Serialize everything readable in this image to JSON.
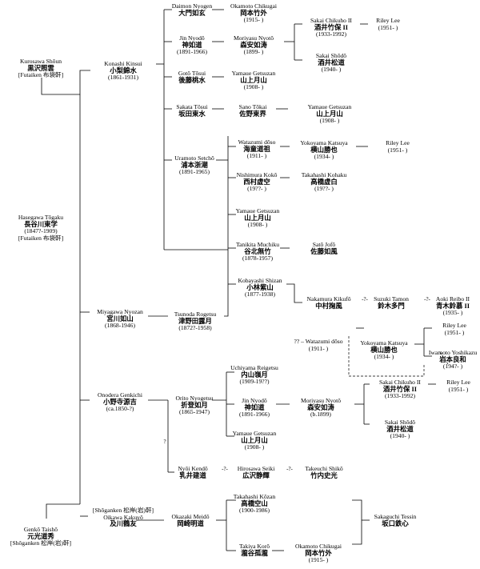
{
  "nodes": {
    "kurosawa": {
      "romaji": "Kurosawa Shôun",
      "kanji": "黒沢照雲",
      "extra": "[Futaiken 布袋軒]"
    },
    "hasegawa": {
      "romaji": "Hasegawa Tôgaku",
      "kanji": "長谷川東学",
      "years": "(1847?-1909)",
      "extra": "[Futaiken 布袋軒]"
    },
    "genko": {
      "romaji": "Genkô Taishô",
      "kanji": "元光道秀",
      "extra": "[Shôganken 松岸(岩)軒]"
    },
    "konashi": {
      "romaji": "Konashi Kinsui",
      "kanji": "小梨錦水",
      "years": "(1861-1931)"
    },
    "miyagawa": {
      "romaji": "Miyagawa Nyozan",
      "kanji": "宮川如山",
      "years": "(1868-1946)"
    },
    "onodera": {
      "romaji": "Onodera Genkichi",
      "kanji": "小野寺源吉",
      "years": "(ca.1850-?)"
    },
    "oikawa": {
      "romaji": "Oikawa Kakuyô",
      "kanji": "及川鶴友",
      "pre": "[Shôganken 松岸(岩)軒]"
    },
    "daimon": {
      "romaji": "Daimon Nyogen",
      "kanji": "大門如玄"
    },
    "jin1": {
      "romaji": "Jin Nyodô",
      "kanji": "神如道",
      "years": "(1891-1966)"
    },
    "goto": {
      "romaji": "Gotô Tôsui",
      "kanji": "後藤桃水"
    },
    "sakata": {
      "romaji": "Sakata Tôsui",
      "kanji": "坂田東水"
    },
    "uramoto": {
      "romaji": "Uramoto Setchô",
      "kanji": "浦本浙潮",
      "years": "(1891-1965)"
    },
    "tsunoda": {
      "romaji": "Tsunoda Rogetsu",
      "kanji": "津野田露月",
      "years": "(1872?-1958)"
    },
    "orito": {
      "romaji": "Orito Nyogetsu",
      "kanji": "折登如月",
      "years": "(1865-1947)"
    },
    "nyoi": {
      "romaji": "Nyôi Kendô",
      "kanji": "乳井建道"
    },
    "okazaki": {
      "romaji": "Okazaki Meidô",
      "kanji": "岡崎明道"
    },
    "okamoto1": {
      "romaji": "Okamoto Chikugai",
      "kanji": "岡本竹外",
      "years": "(1915- )"
    },
    "moriyasu1": {
      "romaji": "Moriyasu Nyotô",
      "kanji": "森安如涛",
      "years": "(1899- )"
    },
    "yamaue1": {
      "romaji": "Yamaue Getsuzan",
      "kanji": "山上月山",
      "years": "(1908- )"
    },
    "sano": {
      "romaji": "Sano Tôkai",
      "kanji": "佐野東界"
    },
    "watazumi1": {
      "romaji": "Watazumi dôso",
      "kanji": "海童道祖",
      "years": "(1911- )"
    },
    "nishimura": {
      "romaji": "Nishimura Kokô",
      "kanji": "西村虚空",
      "years": "(19??- )"
    },
    "yamaue3": {
      "romaji": "Yamaue Getsuzan",
      "kanji": "山上月山",
      "years": "(1908- )"
    },
    "tanikita": {
      "romaji": "Tanikita Muchiku",
      "kanji": "谷北無竹",
      "years": "(1878-1957)"
    },
    "kobayashi": {
      "romaji": "Kobayashi Shizan",
      "kanji": "小林紫山",
      "years": "(1877-1938)"
    },
    "uchiyama": {
      "romaji": "Uchiyama Reigetsu",
      "kanji": "内山嶺月",
      "years": "(1909-19??)"
    },
    "jin2": {
      "romaji": "Jin Nyodô",
      "kanji": "神如道",
      "years": "(1891-1966)"
    },
    "yamaue4": {
      "romaji": "Yamaue Getsuzan",
      "kanji": "山上月山",
      "years": "(1908- )"
    },
    "hirosawa": {
      "romaji": "Hirosawa Seiki",
      "kanji": "広沢静輝"
    },
    "takahashi2": {
      "romaji": "Takahashi Kôzan",
      "kanji": "高橋空山",
      "years": "(1900-1986)"
    },
    "takiya": {
      "romaji": "Takiya Korô",
      "kanji": "瀧谷孤瀧"
    },
    "sakai1": {
      "romaji": "Sakai Chikuho II",
      "kanji": "酒井竹保 II",
      "years": "(1933-1992)"
    },
    "shodo1": {
      "romaji": "Sakai Shôdô",
      "kanji": "酒井松道",
      "years": "(1940- )"
    },
    "yamaue2": {
      "romaji": "Yamaue Getsuzan",
      "kanji": "山上月山",
      "years": "(1908- )"
    },
    "yokoyama1": {
      "romaji": "Yokoyama Katsuya",
      "kanji": "横山勝也",
      "years": "(1934- )"
    },
    "takahashi1": {
      "romaji": "Takahashi Kohaku",
      "kanji": "高橋虚白",
      "years": "(19??- )"
    },
    "sato": {
      "romaji": "Satô Jofô",
      "kanji": "佐藤如風"
    },
    "nakamura": {
      "romaji": "Nakamura Kikufô",
      "kanji": "中村掬風"
    },
    "watazumi2": {
      "romaji": "Watazumi dôso",
      "years": "(1911- )",
      "pre": "??"
    },
    "moriyasu2": {
      "romaji": "Moriyasu Nyotô",
      "kanji": "森安如涛",
      "years": "(b.1899)"
    },
    "takeuchi": {
      "romaji": "Takeuchi Shikô",
      "kanji": "竹内史光"
    },
    "okamoto2": {
      "romaji": "Okamoto Chikugai",
      "kanji": "岡本竹外",
      "years": "(1915- )"
    },
    "riley1": {
      "romaji": "Riley Lee",
      "years": "(1951- )"
    },
    "riley2": {
      "romaji": "Riley Lee",
      "years": "(1951- )"
    },
    "suzuki": {
      "romaji": "Suzuki Tamon",
      "kanji": "鈴木多門"
    },
    "yokoyama2": {
      "romaji": "Yokoyama Katsuya",
      "kanji": "横山勝也",
      "years": "(1934- )"
    },
    "sakai2": {
      "romaji": "Sakai Chikuho II",
      "kanji": "酒井竹保 II",
      "years": "(1933-1992)"
    },
    "shodo2": {
      "romaji": "Sakai Shôdô",
      "kanji": "酒井松道",
      "years": "(1940- )"
    },
    "sakaguchi": {
      "romaji": "Sakaguchi Tessin",
      "kanji": "坂口鉄心"
    },
    "aoki": {
      "romaji": "Aoki Reibo II",
      "kanji": "青木鈴慕 II",
      "years": "(1935- )"
    },
    "riley3": {
      "romaji": "Riley Lee",
      "years": "(1951- )"
    },
    "iwamoto": {
      "romaji": "Iwamoto Yoshikazu",
      "kanji": "岩本良和",
      "years": "(194?- )"
    },
    "riley4": {
      "romaji": "Riley Lee",
      "years": "(1951- )"
    }
  },
  "connectors": {
    "c1": "-?-",
    "c2": "-?-",
    "c3": "-?-",
    "c4": "-?-",
    "c5": "?"
  }
}
